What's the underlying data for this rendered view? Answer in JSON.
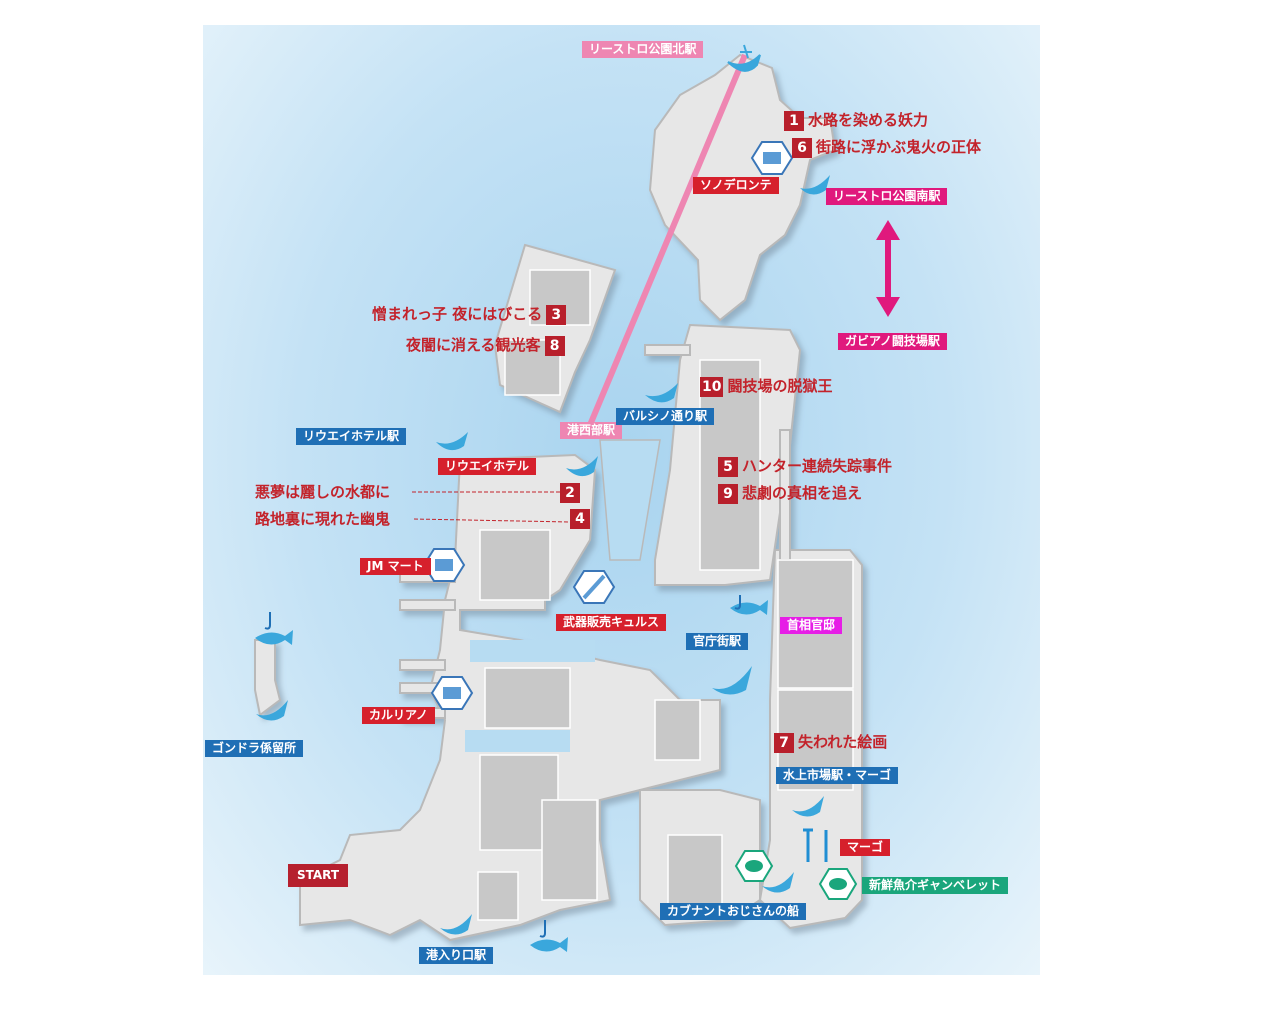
{
  "stations": {
    "ristro_north": "リーストロ公園北駅",
    "ristro_south": "リーストロ公園南駅",
    "gabiano": "ガビアノ闘技場駅",
    "kouseibu": "港西部駅",
    "balsino": "バルシノ通り駅",
    "ryuei_hotel": "リウエイホテル駅",
    "kanchogai": "官庁街駅",
    "gondola": "ゴンドラ係留所",
    "suijo_ichiba": "水上市場駅・マーゴ",
    "kabunanto": "カブナントおじさんの船",
    "minato_iriguchi": "港入り口駅"
  },
  "shops": {
    "sonoderonte": "ソノデロンテ",
    "ryuei_hotel": "リウエイホテル",
    "jm_mart": "JM マート",
    "weapon": "武器販売キュルス",
    "karuriano": "カルリアノ",
    "mago": "マーゴ"
  },
  "places": {
    "prime_minister": "首相官邸",
    "fish_shop": "新鮮魚介ギャンベレット",
    "start": "START"
  },
  "quests": [
    {
      "num": "1",
      "title": "水路を染める妖力"
    },
    {
      "num": "6",
      "title": "街路に浮かぶ鬼火の正体"
    },
    {
      "num": "3",
      "title": "憎まれっ子 夜にはびこる"
    },
    {
      "num": "8",
      "title": "夜闇に消える観光客"
    },
    {
      "num": "10",
      "title": "闘技場の脱獄王"
    },
    {
      "num": "5",
      "title": "ハンター連続失踪事件"
    },
    {
      "num": "9",
      "title": "悲劇の真相を追え"
    },
    {
      "num": "2",
      "title": "悪夢は麗しの水都に"
    },
    {
      "num": "4",
      "title": "路地裏に現れた幽鬼"
    },
    {
      "num": "7",
      "title": "失われた絵画"
    }
  ],
  "colors": {
    "station_blue": "#1f6fb5",
    "station_pink": "#ee86b2",
    "station_magenta": "#e0197d",
    "shop_red": "#d6202c",
    "quest_red": "#c3232b",
    "land": "#e6e6e6",
    "water": "#b7dcf2",
    "icon_blue": "#3aa7dc"
  },
  "icons": [
    "gondola-icon",
    "fishing-icon",
    "shop-bag-icon",
    "weapon-icon",
    "restaurant-icon",
    "herb-icon",
    "arrow-double-icon"
  ]
}
